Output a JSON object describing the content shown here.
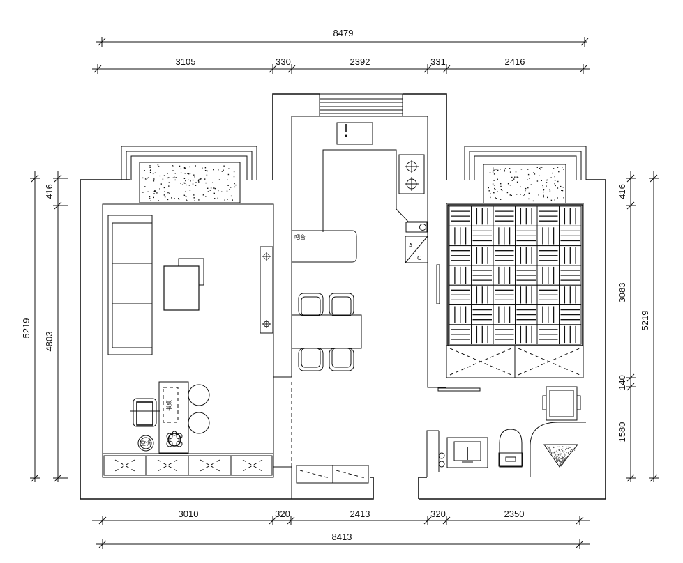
{
  "dimensions": {
    "top_total": "8479",
    "top_segments": [
      "3105",
      "330",
      "2392",
      "331",
      "2416"
    ],
    "bottom_segments": [
      "3010",
      "320",
      "2413",
      "320",
      "2350"
    ],
    "bottom_total": "8413",
    "left_outer": "5219",
    "left_inner_a": "416",
    "left_inner_b": "4803",
    "right_outer": "5219",
    "right_inner": [
      "416",
      "3083",
      "140",
      "1580"
    ]
  },
  "labels": {
    "bar_counter": "吧台",
    "ac_a": "A",
    "ac_c": "C",
    "desk_text": "书桌",
    "round_item": "空调"
  }
}
